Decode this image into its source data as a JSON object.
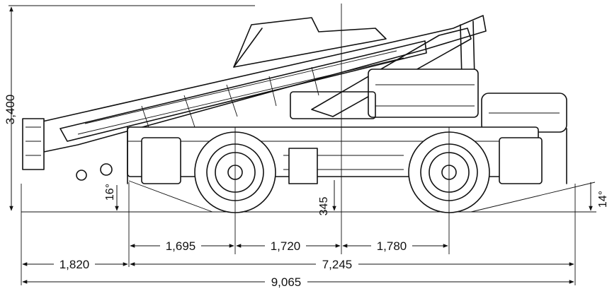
{
  "diagram": {
    "dimensions": {
      "overall_height": "3,400",
      "rear_overhang": "1,820",
      "front_to_axle": "1,695",
      "axle_to_center": "1,720",
      "center_to_axle": "1,780",
      "wheelbase_total": "7,245",
      "overall_length": "9,065",
      "ground_clearance": "345",
      "departure_angle": "16°",
      "approach_angle": "14°"
    }
  }
}
